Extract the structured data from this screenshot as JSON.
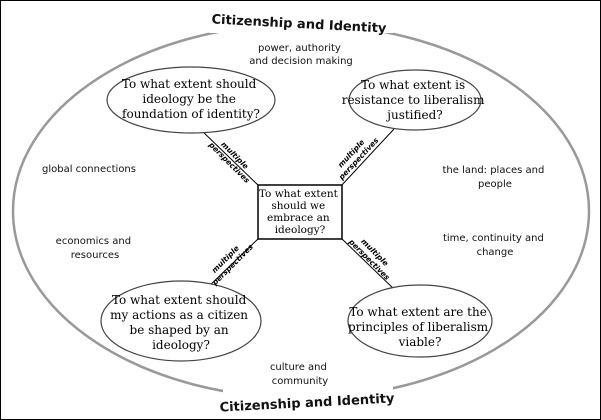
{
  "title_top": "Citizenship and Identity",
  "title_bottom": "Citizenship and Identity",
  "center_question": [
    "To what extent",
    "should we",
    "embrace an",
    "ideology?"
  ],
  "questions": {
    "top_left": [
      "To what extent should",
      "ideology be the",
      "foundation of identity?"
    ],
    "top_right": [
      "To what extent is",
      "resistance to liberalism",
      "justified?"
    ],
    "bottom_left": [
      "To what extent should",
      "my actions as a citizen",
      "be shaped by an",
      "ideology?"
    ],
    "bottom_right": [
      "To what extent are the",
      "principles of liberalism",
      "viable?"
    ]
  },
  "themes": {
    "power": [
      "power, authority",
      "and decision making"
    ],
    "global": [
      "global connections"
    ],
    "land": [
      "the land: places and",
      "people"
    ],
    "economics": [
      "economics and",
      "resources"
    ],
    "time": [
      "time, continuity and",
      "change"
    ],
    "culture": [
      "culture and",
      "community"
    ]
  },
  "perspective_label": [
    "multiple",
    "perspectives"
  ]
}
